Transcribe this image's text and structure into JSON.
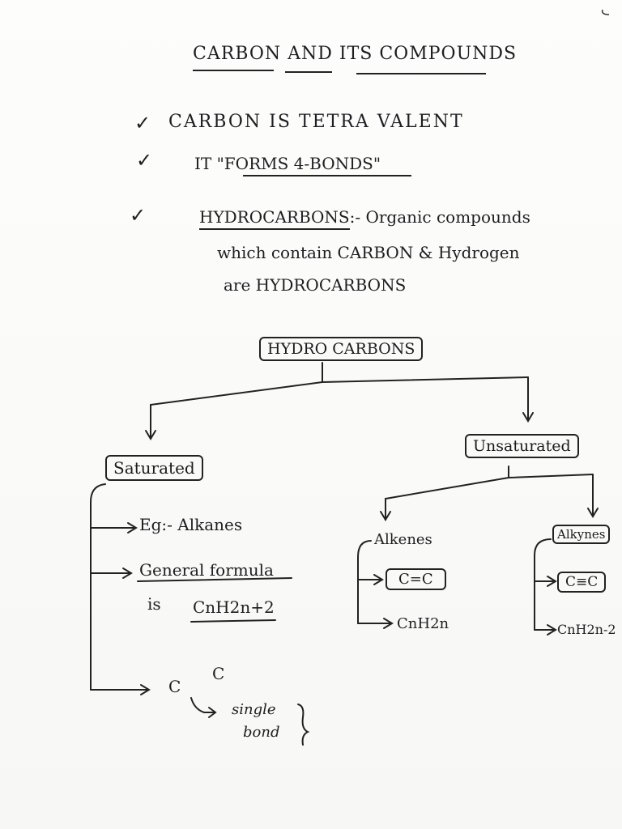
{
  "page": {
    "title": "CARBON AND ITS COMPOUNDS",
    "check_mark": "✓",
    "points": [
      "CARBON IS TETRA VALENT",
      "IT \"FORMS 4-BONDS\"",
      "HYDROCARBONS:- Organic compounds"
    ],
    "definition_line2": "which contain CARBON & Hydrogen",
    "definition_line3": "are HYDROCARBONS"
  },
  "diagram": {
    "root": "HYDRO CARBONS",
    "saturated": {
      "label": "Saturated",
      "example": "Eg:- Alkanes",
      "formula_label": "General formula",
      "formula_is": "is",
      "formula": "CnH2n+2",
      "bond_c1": "C",
      "bond_c2": "C",
      "bond_note1": "single",
      "bond_note2": "bond"
    },
    "unsaturated": {
      "label": "Unsaturated",
      "alkenes": {
        "label": "Alkenes",
        "bond": "C=C",
        "formula": "CnH2n"
      },
      "alkynes": {
        "label": "Alkynes",
        "bond": "C≡C",
        "formula": "CnH2n-2"
      }
    }
  }
}
